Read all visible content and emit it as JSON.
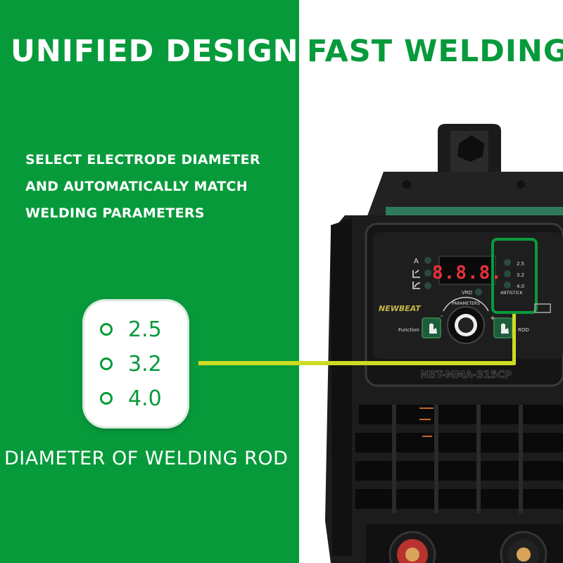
{
  "headings": {
    "left": "UNIFIED DESIGN",
    "right": "FAST WELDING"
  },
  "description": {
    "lines": [
      "SELECT ELECTRODE DIAMETER",
      "AND AUTOMATICALLY MATCH",
      "WELDING PARAMETERS"
    ]
  },
  "rod_options": [
    "2.5",
    "3.2",
    "4.0"
  ],
  "caption": "DIAMETER OF WELDING ROD",
  "machine": {
    "brand": "NEWBEAT",
    "model": "NBT-MMA-315CP",
    "display": "8.8.8.",
    "mode_labels": [
      "A",
      "",
      ""
    ],
    "rod_labels": [
      "2.5",
      "3.2",
      "4.0"
    ],
    "vrd_label": "VRD",
    "antistick_label": "ANTISTICK",
    "parameters_label": "PARAMETERS",
    "function_label": "Function",
    "rod_label": "ROD",
    "minus": "-",
    "plus": "+"
  },
  "colors": {
    "brand_green": "#079a3b",
    "connector": "#cddc23",
    "machine_body": "#1a1a1a",
    "display_red": "#e8313a"
  },
  "icons": [
    "radio-circle-icon",
    "hand-press-icon",
    "knob-icon",
    "mode-current-icon",
    "mode-arc-icon",
    "mode-curve-icon"
  ]
}
